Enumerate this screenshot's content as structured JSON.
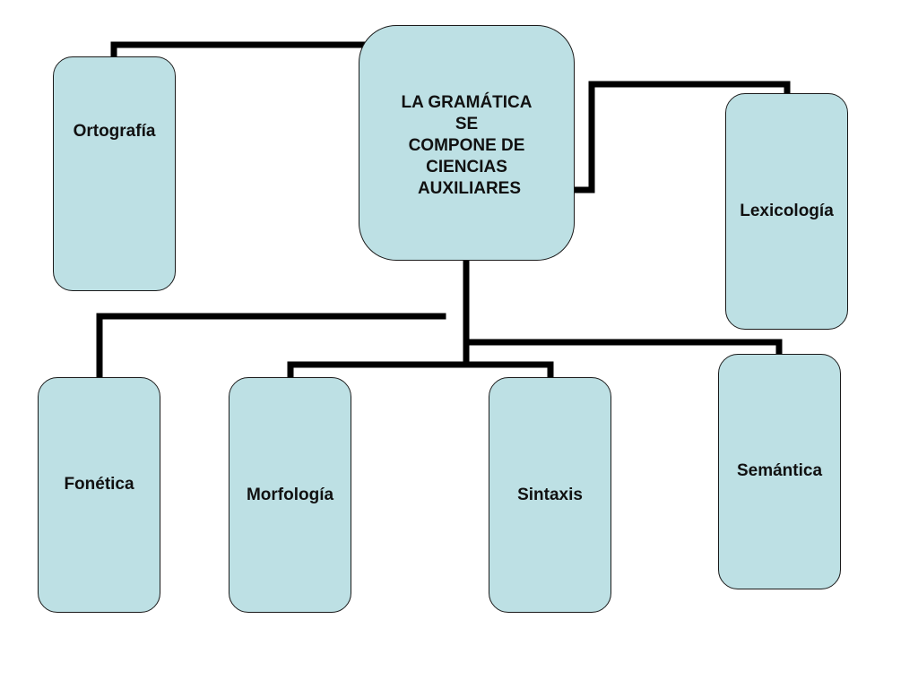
{
  "root": {
    "lines": [
      "LA GRAMÁTICA",
      "SE",
      "COMPONE DE",
      "CIENCIAS",
      "AUXILIARES"
    ]
  },
  "nodes": {
    "ortografia": "Ortografía",
    "lexicologia": "Lexicología",
    "fonetica": "Fonética",
    "morfologia": "Morfología",
    "sintaxis": "Sintaxis",
    "semantica": "Semántica"
  },
  "colors": {
    "box_fill": "#bde0e4",
    "box_border": "#1a1a1a",
    "connector": "#000000"
  }
}
